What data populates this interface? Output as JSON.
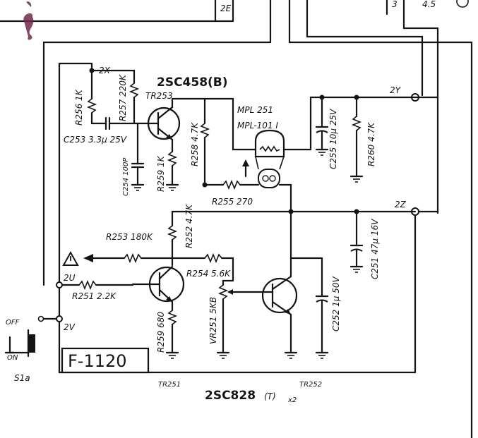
{
  "colors": {
    "ink": "#141414",
    "paper": "#ffffff",
    "smudge": "#6e2a4a"
  },
  "top": {
    "label_2e": "2E",
    "label_3": "3",
    "label_45": "4.5"
  },
  "nodes": {
    "n2x": "2X",
    "n2y": "2Y",
    "n2z": "2Z",
    "n2u": "2U",
    "n2v": "2V"
  },
  "transistors": {
    "tr253": {
      "ref": "TR253",
      "type": "2SC458(B)"
    },
    "tr251": {
      "ref": "TR251"
    },
    "tr252": {
      "ref": "TR252"
    },
    "bottom_type": "2SC828",
    "bottom_suffix": "(T)",
    "bottom_qty": "x2"
  },
  "components": {
    "r256": "R256 1K",
    "r257": "R257 220K",
    "c253": "C253 3.3μ 25V",
    "c254": "C254 100P",
    "r259": "R259 1K",
    "r258": "R258 4.7K",
    "lamp_ref": "MPL 251",
    "lamp_type": "MPL-101 I",
    "r255": "R255 270",
    "c255": "C255 10μ 25V",
    "r260": "R260 4.7K",
    "r253": "R253 180K",
    "r252": "R252 4.7K",
    "r254": "R254 5.6K",
    "r251": "R251 2.2K",
    "r259b": "R259 680",
    "vr251": "VR251 5KB",
    "c252": "C252 1μ 50V",
    "c251": "C251 47μ 16V"
  },
  "switch": {
    "off": "OFF",
    "on": "ON",
    "ref": "S1a"
  },
  "model_box": "F-1120",
  "warning_icon": "warning-triangle-icon"
}
